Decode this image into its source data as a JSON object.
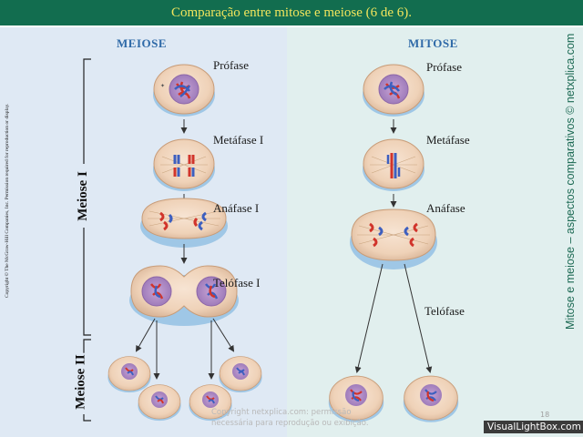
{
  "title": "Comparação entre mitose e meiose (6 de 6).",
  "columns": {
    "left": "MEIOSE",
    "right": "MITOSE"
  },
  "meiose_stages": {
    "prophase": "Prófase",
    "metaphase": "Metáfase I",
    "anaphase": "Anáfase I",
    "telophase": "Telófase I"
  },
  "mitose_stages": {
    "prophase": "Prófase",
    "metaphase": "Metáfase",
    "anaphase": "Anáfase",
    "telophase": "Telófase"
  },
  "brackets": {
    "meiose1": "Meiose I",
    "meiose2": "Meiose II"
  },
  "copyright_left": "Copyright © The McGraw-Hill Companies, Inc. Permission required for reproduction or display.",
  "right_vertical": "Mitose e meiose – aspectos comparativos © netxplica.com",
  "footer": {
    "note": "Copyright netxplica.com: permissão necessária para reprodução ou exibição.",
    "page": "18"
  },
  "watermark": "VisualLightBox.com",
  "colors": {
    "title_bg": "#126d4f",
    "title_text": "#f2e55c",
    "heading": "#2f6aa8",
    "chrom_red": "#d1342b",
    "chrom_blue": "#3d5fbf"
  }
}
